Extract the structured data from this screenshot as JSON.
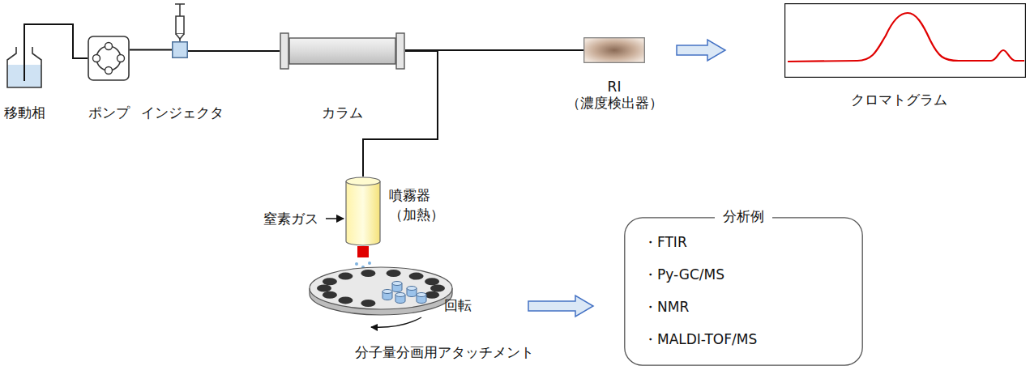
{
  "diagram": {
    "nodes": [
      {
        "text": [
          "移動相"
        ]
      },
      {
        "text": [
          "ポンプ"
        ]
      },
      {
        "text": [
          "インジェクタ"
        ]
      },
      {
        "text": [
          "カラム"
        ]
      },
      {
        "text": [
          "RI",
          "（濃度検出器）"
        ]
      },
      {
        "text": [
          "クロマトグラム"
        ]
      },
      {
        "text": [
          "噴霧器",
          "（加熱）"
        ]
      },
      {
        "text": [
          "分子量分画用アタッチメント"
        ]
      },
      {
        "text": [
          "分析例",
          "・FTIR",
          "・Py-GC/MS",
          "・NMR",
          "・MALDI-TOF/MS"
        ]
      }
    ],
    "edges": [
      {
        "from": 0,
        "to": 1,
        "arrow": "none"
      },
      {
        "from": 1,
        "to": 2,
        "arrow": "none"
      },
      {
        "from": 2,
        "to": 3,
        "arrow": "none"
      },
      {
        "from": 3,
        "to": 4,
        "arrow": "none"
      },
      {
        "from": 3,
        "to": 6,
        "arrow": "none"
      },
      {
        "from": 4,
        "to": 5,
        "arrow": "to"
      },
      {
        "from": 7,
        "to": 8,
        "arrow": "to"
      }
    ],
    "labels": [
      "窒素ガス",
      "回転"
    ]
  }
}
